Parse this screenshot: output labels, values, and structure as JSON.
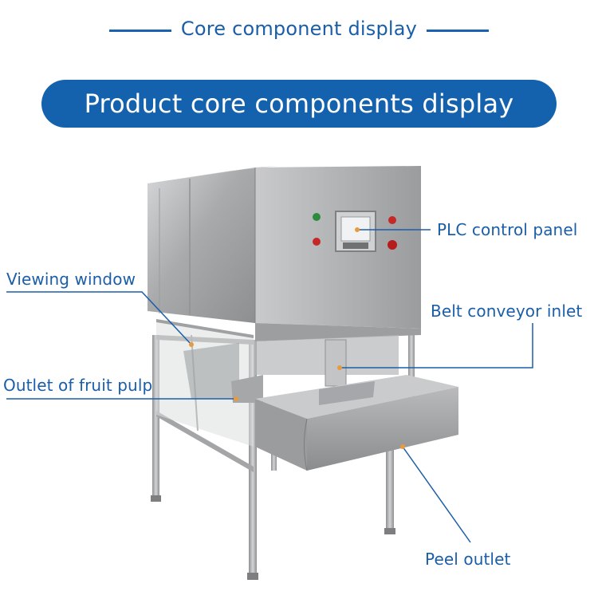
{
  "header": {
    "subtitle": "Core component display",
    "banner": "Product core components display"
  },
  "callouts": {
    "plc_control_panel": "PLC control panel",
    "viewing_window": "Viewing window",
    "belt_conveyor_inlet": "Belt conveyor inlet",
    "outlet_of_fruit_pulp": "Outlet of fruit pulp",
    "peel_outlet": "Peel outlet"
  },
  "colors": {
    "accent": "#1462ad",
    "text_blue": "#1a5ea8",
    "steel": "#a9abad",
    "button_green": "#2e8b3e",
    "button_red": "#c62828"
  }
}
